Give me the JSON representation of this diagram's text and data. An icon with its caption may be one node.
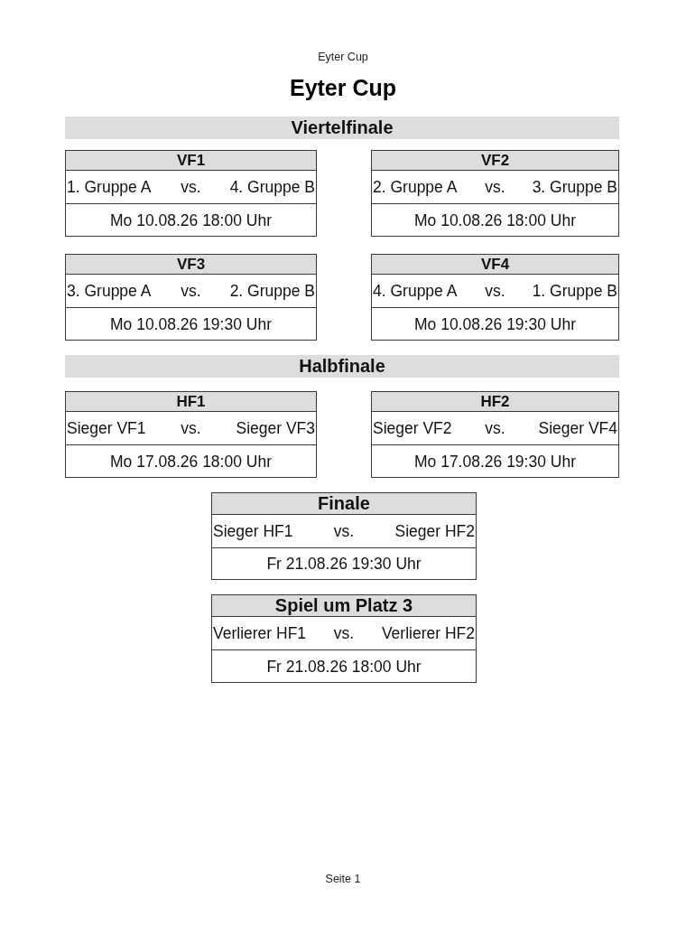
{
  "diagram": {
    "title": "Eyter Cup",
    "nodes": [
      {
        "text": [
          "Viertelfinale"
        ]
      },
      {
        "text": [
          "VF1",
          "1. Gruppe A",
          "vs.",
          "4. Gruppe B",
          "Mo 10.08.26 18:00 Uhr"
        ]
      },
      {
        "text": [
          "VF2",
          "2. Gruppe A",
          "vs.",
          "3. Gruppe B",
          "Mo 10.08.26 18:00 Uhr"
        ]
      },
      {
        "text": [
          "VF3",
          "3. Gruppe A",
          "vs.",
          "2. Gruppe B",
          "Mo 10.08.26 19:30 Uhr"
        ]
      },
      {
        "text": [
          "VF4",
          "4. Gruppe A",
          "vs.",
          "1. Gruppe B",
          "Mo 10.08.26 19:30 Uhr"
        ]
      },
      {
        "text": [
          "Halbfinale"
        ]
      },
      {
        "text": [
          "HF1",
          "Sieger VF1",
          "vs.",
          "Sieger VF3",
          "Mo 17.08.26 18:00 Uhr"
        ]
      },
      {
        "text": [
          "HF2",
          "Sieger VF2",
          "vs.",
          "Sieger VF4",
          "Mo 17.08.26 19:30 Uhr"
        ]
      },
      {
        "text": [
          "Finale",
          "Sieger HF1",
          "vs.",
          "Sieger HF2",
          "Fr 21.08.26 19:30 Uhr"
        ]
      },
      {
        "text": [
          "Spiel um Platz 3",
          "Verlierer HF1",
          "vs.",
          "Verlierer HF2",
          "Fr 21.08.26 18:00 Uhr"
        ]
      }
    ],
    "labels": [
      "Eyter Cup",
      "Seite 1"
    ]
  }
}
